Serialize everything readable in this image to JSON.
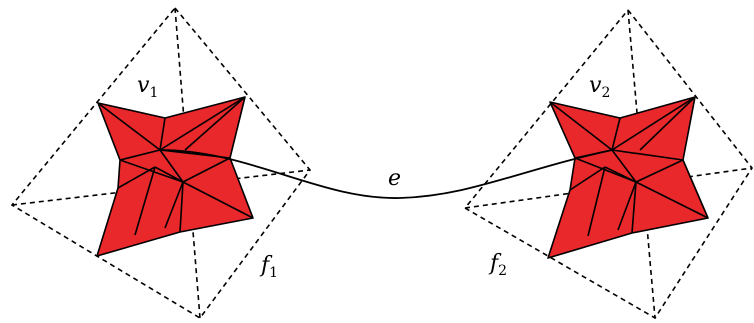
{
  "colors": {
    "face_fill": "#e8282a",
    "stroke": "#000000"
  },
  "labels": {
    "v1": {
      "base": "v",
      "sub": "1"
    },
    "v2": {
      "base": "v",
      "sub": "2"
    },
    "f1": {
      "base": "f",
      "sub": "1"
    },
    "f2": {
      "base": "f",
      "sub": "2"
    },
    "edge": "e"
  }
}
